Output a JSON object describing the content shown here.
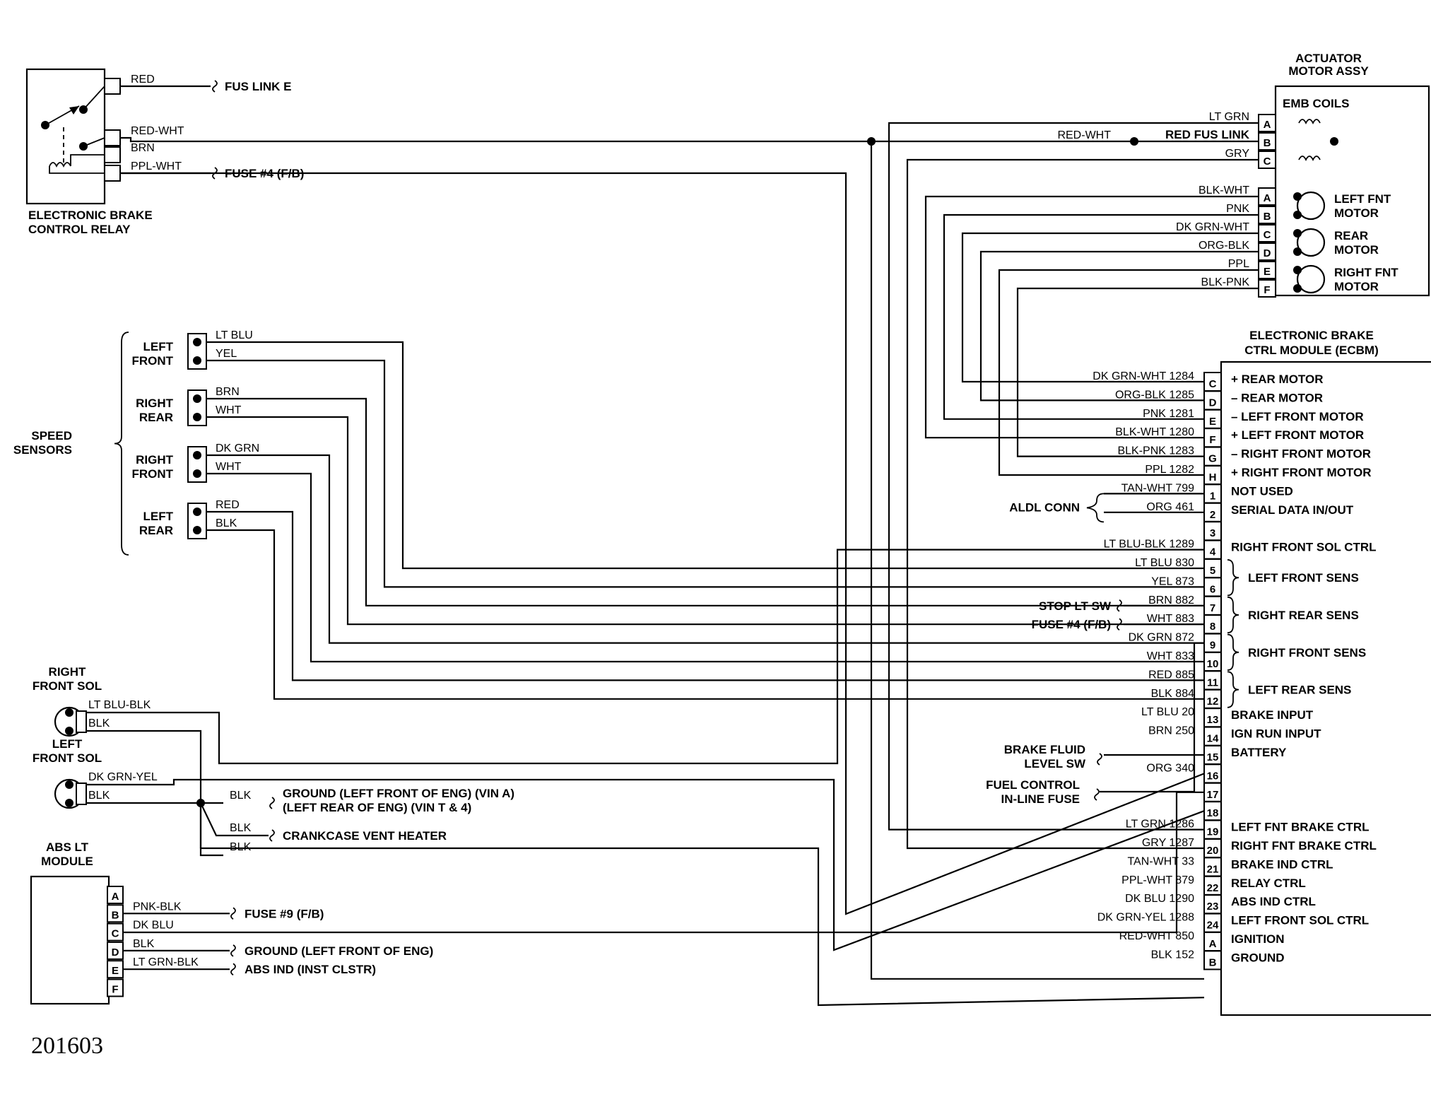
{
  "caption": "201603",
  "components": {
    "relay": [
      "ELECTRONIC BRAKE",
      "CONTROL RELAY"
    ],
    "actuator": [
      "ACTUATOR",
      "MOTOR ASSY"
    ],
    "emb_coils": "EMB COILS",
    "ecbm": [
      "ELECTRONIC BRAKE",
      "CTRL MODULE (ECBM)"
    ],
    "abs_module": [
      "ABS LT",
      "MODULE"
    ],
    "speed_sensors": [
      "SPEED",
      "SENSORS"
    ],
    "rf_sol": [
      "RIGHT",
      "FRONT SOL"
    ],
    "lf_sol": [
      "LEFT",
      "FRONT SOL"
    ]
  },
  "motors": [
    {
      "pins": [
        "A",
        "B"
      ],
      "label": [
        "LEFT FNT",
        "MOTOR"
      ]
    },
    {
      "pins": [
        "C",
        "D"
      ],
      "label": [
        "REAR",
        "MOTOR"
      ]
    },
    {
      "pins": [
        "E",
        "F"
      ],
      "label": [
        "RIGHT FNT",
        "MOTOR"
      ]
    }
  ],
  "sensors": [
    {
      "label": [
        "LEFT",
        "FRONT"
      ],
      "wires": [
        "LT BLU",
        "YEL"
      ]
    },
    {
      "label": [
        "RIGHT",
        "REAR"
      ],
      "wires": [
        "BRN",
        "WHT"
      ]
    },
    {
      "label": [
        "RIGHT",
        "FRONT"
      ],
      "wires": [
        "DK GRN",
        "WHT"
      ]
    },
    {
      "label": [
        "LEFT",
        "REAR"
      ],
      "wires": [
        "RED",
        "BLK"
      ]
    }
  ],
  "relay_wires": [
    {
      "color": "RED",
      "dest": "FUS LINK E"
    },
    {
      "color": "RED-WHT",
      "dest": ""
    },
    {
      "color": "BRN",
      "dest": ""
    },
    {
      "color": "PPL-WHT",
      "dest": "FUSE #4 (F/B)"
    }
  ],
  "actuator_pins": [
    {
      "pin": "A",
      "wire": "LT GRN"
    },
    {
      "pin": "B",
      "wire": "RED-WHT",
      "extra": "RED FUS LINK"
    },
    {
      "pin": "C",
      "wire": "GRY"
    },
    {
      "pin": "A",
      "wire": "BLK-WHT"
    },
    {
      "pin": "B",
      "wire": "PNK"
    },
    {
      "pin": "C",
      "wire": "DK GRN-WHT"
    },
    {
      "pin": "D",
      "wire": "ORG-BLK"
    },
    {
      "pin": "E",
      "wire": "PPL"
    },
    {
      "pin": "F",
      "wire": "BLK-PNK"
    }
  ],
  "ecbm_pins": [
    {
      "pin": "C",
      "wire": "DK GRN-WHT 1284",
      "func": "+ REAR MOTOR"
    },
    {
      "pin": "D",
      "wire": "ORG-BLK 1285",
      "func": "– REAR MOTOR"
    },
    {
      "pin": "E",
      "wire": "PNK 1281",
      "func": "– LEFT FRONT MOTOR"
    },
    {
      "pin": "F",
      "wire": "BLK-WHT 1280",
      "func": "+ LEFT FRONT MOTOR"
    },
    {
      "pin": "G",
      "wire": "BLK-PNK 1283",
      "func": "– RIGHT FRONT MOTOR"
    },
    {
      "pin": "H",
      "wire": "PPL 1282",
      "func": "+ RIGHT FRONT MOTOR"
    },
    {
      "pin": "1",
      "wire": "TAN-WHT 799",
      "func": "NOT USED"
    },
    {
      "pin": "2",
      "wire": "ORG 461",
      "func": "SERIAL DATA IN/OUT"
    },
    {
      "pin": "3",
      "wire": "",
      "func": ""
    },
    {
      "pin": "4",
      "wire": "LT BLU-BLK 1289",
      "func": "RIGHT FRONT SOL CTRL"
    },
    {
      "pin": "5",
      "wire": "LT BLU 830",
      "func": ""
    },
    {
      "pin": "6",
      "wire": "YEL 873",
      "func": ""
    },
    {
      "pin": "7",
      "wire": "BRN 882",
      "func": ""
    },
    {
      "pin": "8",
      "wire": "WHT 883",
      "func": ""
    },
    {
      "pin": "9",
      "wire": "DK GRN 872",
      "func": ""
    },
    {
      "pin": "10",
      "wire": "WHT 833",
      "func": ""
    },
    {
      "pin": "11",
      "wire": "RED 885",
      "func": ""
    },
    {
      "pin": "12",
      "wire": "BLK 884",
      "func": ""
    },
    {
      "pin": "13",
      "wire": "LT BLU 20",
      "func": "BRAKE INPUT"
    },
    {
      "pin": "14",
      "wire": "BRN 250",
      "func": "IGN RUN INPUT"
    },
    {
      "pin": "15",
      "wire": "",
      "func": "BATTERY"
    },
    {
      "pin": "16",
      "wire": "ORG 340",
      "func": ""
    },
    {
      "pin": "17",
      "wire": "",
      "func": ""
    },
    {
      "pin": "18",
      "wire": "",
      "func": ""
    },
    {
      "pin": "19",
      "wire": "LT GRN 1286",
      "func": "LEFT FNT BRAKE CTRL"
    },
    {
      "pin": "20",
      "wire": "GRY 1287",
      "func": "RIGHT FNT BRAKE CTRL"
    },
    {
      "pin": "21",
      "wire": "TAN-WHT 33",
      "func": "BRAKE IND CTRL"
    },
    {
      "pin": "22",
      "wire": "PPL-WHT 879",
      "func": "RELAY CTRL"
    },
    {
      "pin": "23",
      "wire": "DK BLU 1290",
      "func": "ABS IND CTRL"
    },
    {
      "pin": "24",
      "wire": "DK GRN-YEL 1288",
      "func": "LEFT FRONT SOL CTRL"
    },
    {
      "pin": "A",
      "wire": "RED-WHT 850",
      "func": "IGNITION"
    },
    {
      "pin": "B",
      "wire": "BLK 152",
      "func": "GROUND"
    }
  ],
  "sens_groups": [
    "LEFT FRONT SENS",
    "RIGHT REAR SENS",
    "RIGHT FRONT SENS",
    "LEFT REAR SENS"
  ],
  "ecbm_refs": {
    "aldl": "ALDL CONN",
    "stop_lt": "STOP LT SW",
    "fuse4": "FUSE #4 (F/B)",
    "fuel_ctrl": [
      "FUEL CONTROL",
      "IN-LINE FUSE"
    ],
    "brake_fluid": [
      "BRAKE FLUID",
      "LEVEL SW"
    ]
  },
  "sol_wires": {
    "rf": [
      "LT BLU-BLK",
      "BLK"
    ],
    "lf": [
      "DK GRN-YEL",
      "BLK"
    ]
  },
  "grounds": [
    {
      "wire": "BLK",
      "dest": [
        "GROUND (LEFT FRONT OF ENG) (VIN A)",
        "(LEFT REAR OF ENG) (VIN T & 4)"
      ]
    },
    {
      "wire": "BLK",
      "dest": [
        "CRANKCASE VENT HEATER"
      ]
    },
    {
      "wire": "BLK",
      "dest": []
    }
  ],
  "abs_pins": [
    {
      "pin": "A",
      "wire": "",
      "dest": ""
    },
    {
      "pin": "B",
      "wire": "PNK-BLK",
      "dest": "FUSE #9 (F/B)"
    },
    {
      "pin": "C",
      "wire": "DK BLU",
      "dest": ""
    },
    {
      "pin": "D",
      "wire": "BLK",
      "dest": "GROUND (LEFT FRONT OF ENG)"
    },
    {
      "pin": "E",
      "wire": "LT GRN-BLK",
      "dest": "ABS IND (INST CLSTR)"
    },
    {
      "pin": "F",
      "wire": "",
      "dest": ""
    }
  ]
}
